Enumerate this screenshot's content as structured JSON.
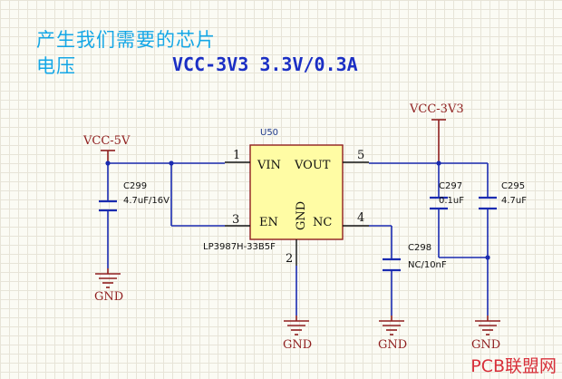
{
  "header": {
    "title": "产生我们需要的芯片",
    "subtitle": "电压",
    "spec": "VCC-3V3  3.3V/0.3A"
  },
  "chip": {
    "ref": "U50",
    "part": "LP3987H-33B5F",
    "pins": {
      "vin": "VIN",
      "vout": "VOUT",
      "en": "EN",
      "gnd": "GND",
      "nc": "NC",
      "n1": "1",
      "n5": "5",
      "n3": "3",
      "n4": "4",
      "n2": "2"
    }
  },
  "power": {
    "vin_net": "VCC-5V",
    "vout_net": "VCC-3V3"
  },
  "ground_label": "GND",
  "capacitors": {
    "c299": {
      "ref": "C299",
      "value": "4.7uF/16V"
    },
    "c297": {
      "ref": "C297",
      "value": "0.1uF"
    },
    "c295": {
      "ref": "C295",
      "value": "4.7uF"
    },
    "c298": {
      "ref": "C298",
      "value": "NC/10nF"
    }
  },
  "watermark": "PCB联盟网",
  "colors": {
    "heading": "#15a7e6",
    "spec": "#1b2fc4",
    "wire": "#1a2bb0",
    "net": "#8f1e1e",
    "chip_fill": "#fffca4",
    "watermark": "#d8303a"
  }
}
